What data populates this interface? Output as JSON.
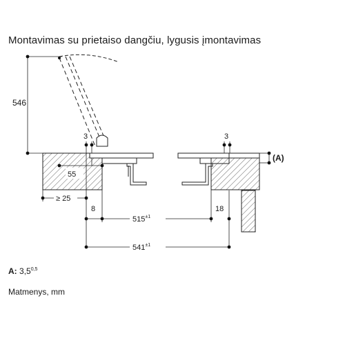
{
  "title": "Montavimas su prietaiso dangčiu, lygusis įmontavimas",
  "dimensions": {
    "height": "546",
    "gap_left": "3",
    "gap_right": "3",
    "depth": "55",
    "min_distance": "≥ 25",
    "offset_left": "8",
    "inner_width": "515",
    "inner_width_tolerance": "±1",
    "offset_right": "18",
    "outer_width": "541",
    "outer_width_tolerance": "±1",
    "tolerance_marker": "(A)"
  },
  "notes": {
    "a_label": "A:",
    "a_value": "3,5",
    "a_tolerance": "0,5",
    "units": "Matmenys, mm"
  }
}
